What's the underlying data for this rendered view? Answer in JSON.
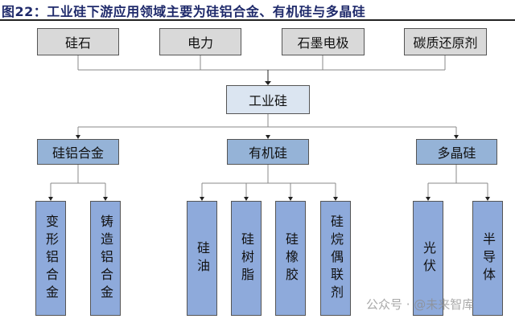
{
  "title": "图22：工业硅下游应用领域主要为硅铝合金、有机硅与多晶硅",
  "inputs": [
    "硅石",
    "电力",
    "石墨电极",
    "碳质还原剂"
  ],
  "center": "工业硅",
  "branches": [
    {
      "label": "硅铝合金",
      "children": [
        "变形铝合金",
        "铸造铝合金"
      ]
    },
    {
      "label": "有机硅",
      "children": [
        "硅油",
        "硅树脂",
        "硅橡胶",
        "硅烷偶联剂"
      ]
    },
    {
      "label": "多晶硅",
      "children": [
        "光伏",
        "半导体"
      ]
    }
  ],
  "watermark": "公众号 · @未来智库"
}
